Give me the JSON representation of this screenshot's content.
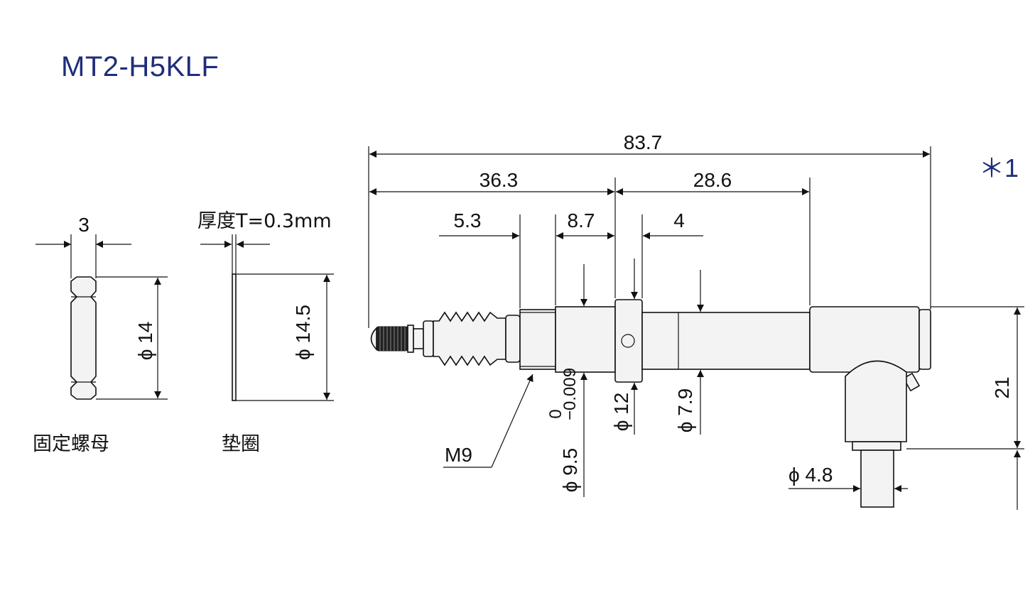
{
  "title": "MT2-H5KLF",
  "note_mark": "＊1",
  "nut": {
    "label": "固定螺母",
    "width": "3",
    "diameter": "ϕ 14"
  },
  "washer": {
    "label": "垫圈",
    "thickness": "厚度T=0.3mm",
    "diameter": "ϕ 14.5"
  },
  "probe": {
    "overall_length": "83.7",
    "length_a": "36.3",
    "length_b": "28.6",
    "length_c": "5.3",
    "length_d": "8.7",
    "length_e": "4",
    "thread": "M9",
    "stem_diameter": "ϕ 9.5",
    "tol_upper": "0",
    "tol_lower": "−0.009",
    "collar_diameter": "ϕ 12",
    "shaft_diameter": "ϕ 7.9",
    "height": "21",
    "cable_diameter": "ϕ 4.8"
  },
  "colors": {
    "title": "#1f2d7a",
    "lines": "#111111"
  }
}
